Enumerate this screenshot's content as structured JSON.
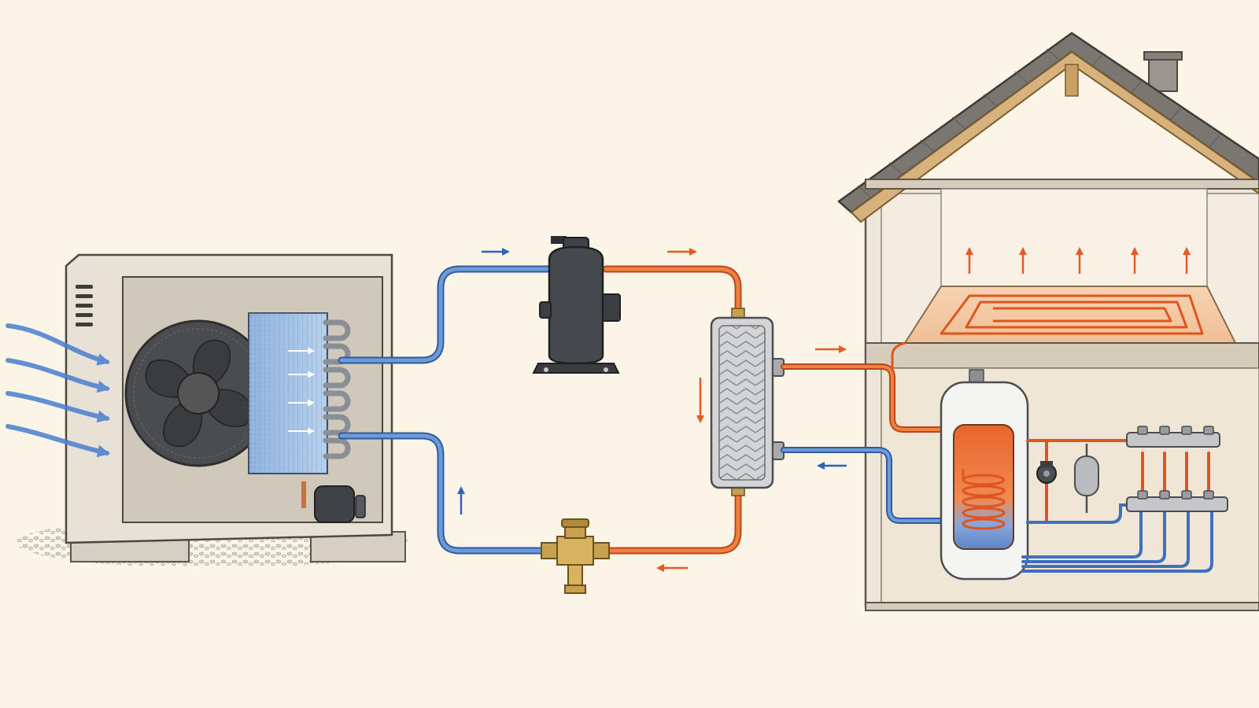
{
  "diagram": {
    "labels": [],
    "colors": {
      "background": "#fbf5e8",
      "cold_pipe": "#4a7fc4",
      "hot_pipe": "#e4692c",
      "cold_arrow": "#2f62b8",
      "hot_arrow": "#e45a22",
      "unit_housing": "#e7e1d6",
      "compressor": "#3f4246",
      "heat_exchanger": "#c9cbcd",
      "valve_brass": "#c9a14e",
      "house_wall": "#e6dccb",
      "roof": "#7a7670",
      "rafters": "#d8b27c",
      "floor_heating": "#f3c7a0",
      "tank_hot": "#e8652c",
      "tank_cold": "#5b86c8"
    },
    "components": [
      {
        "id": "outdoor-unit",
        "icon": "heat-pump-outdoor-unit-icon"
      },
      {
        "id": "fan",
        "icon": "fan-icon"
      },
      {
        "id": "evaporator-coil",
        "icon": "coil-icon"
      },
      {
        "id": "compressor",
        "icon": "compressor-icon"
      },
      {
        "id": "plate-heat-exchanger",
        "icon": "heat-exchanger-icon"
      },
      {
        "id": "expansion-valve",
        "icon": "valve-icon"
      },
      {
        "id": "house",
        "icon": "house-icon"
      },
      {
        "id": "underfloor-heating",
        "icon": "underfloor-heating-icon"
      },
      {
        "id": "hot-water-cylinder",
        "icon": "water-tank-icon"
      },
      {
        "id": "pump",
        "icon": "pump-icon"
      },
      {
        "id": "expansion-vessel",
        "icon": "expansion-vessel-icon"
      },
      {
        "id": "manifold",
        "icon": "manifold-icon"
      }
    ]
  }
}
